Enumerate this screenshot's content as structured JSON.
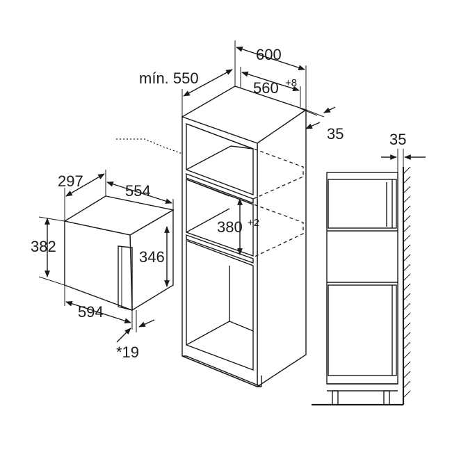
{
  "diagram": {
    "microwave": {
      "depth_label": "297",
      "width_label": "554",
      "height_label": "382",
      "inner_height_label": "346",
      "front_width_label": "594",
      "offset_label": "*19"
    },
    "cabinet": {
      "min_depth_label": "mín. 550",
      "outer_width_label": "600",
      "inner_width_label": "560",
      "inner_width_tolerance": "+8",
      "back_gap_label": "35",
      "niche_height_label": "380",
      "niche_height_tolerance": "+2"
    },
    "side_view": {
      "gap_label": "35"
    }
  }
}
